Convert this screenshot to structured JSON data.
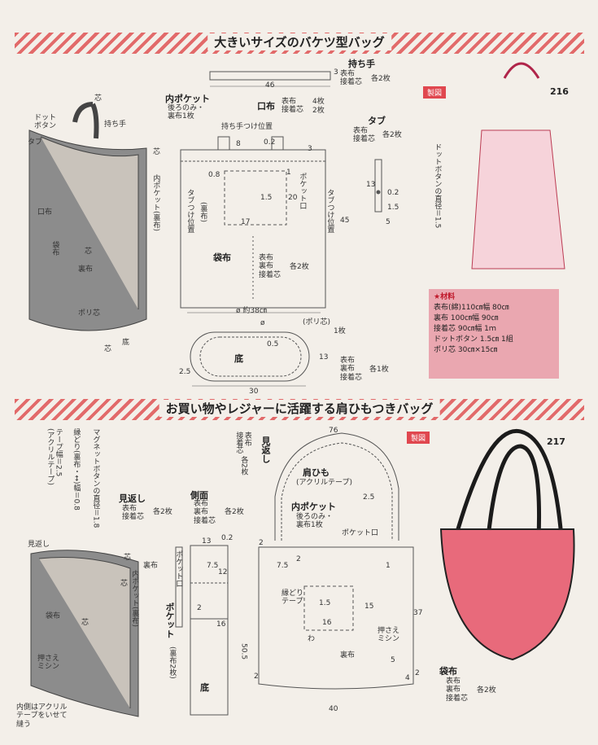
{
  "pattern1": {
    "title": "大きいサイズのバケツ型バッグ",
    "number": "216",
    "badge": "製図",
    "handle": {
      "name": "持ち手",
      "sub": "表布\n接着芯",
      "count": "各2枚",
      "length": "46",
      "width": "3"
    },
    "inner_pocket": {
      "name": "内ポケット",
      "sub": "後ろのみ・\n裏布1枚"
    },
    "mouth": {
      "name": "口布",
      "sub": "表布\n接着芯",
      "count1": "4枚",
      "count2": "2枚"
    },
    "handle_pos": "持ち手つけ位置",
    "tab": {
      "name": "タブ",
      "sub": "表布\n接着芯",
      "count": "各2枚"
    },
    "dims": {
      "d8": "8",
      "d02": "0.2",
      "d3": "3",
      "d08": "0.8",
      "d1": "1",
      "d15": "1.5",
      "d20": "20",
      "d17": "17",
      "d45": "45",
      "d13": "13",
      "d02b": "0.2",
      "d15b": "1.5",
      "d5": "5"
    },
    "pocket_mouth": "ポケット口",
    "tab_pos_left": "タブつけ位置",
    "tab_pos_right": "タブつけ位置",
    "ura": "(裏布)",
    "body": {
      "name": "袋布",
      "sub": "表布\n裏布\n接着芯",
      "count": "各2枚"
    },
    "circ": "ø 約38㎝",
    "bottom": {
      "name": "底",
      "poly": "(ポリ芯)",
      "poly_count": "1枚",
      "sub": "表布\n裏布\n接着芯",
      "count": "各1枚",
      "w": "30",
      "h": "13",
      "r": "2.5",
      "c": "0.5",
      "o": "ø"
    },
    "dot_note": "ドットボタンの直径＝1.5",
    "illust": {
      "shin": "芯",
      "dot": "ドット\nボタン",
      "tab": "タブ",
      "handle": "持ち手",
      "mouth": "口布",
      "body": "袋布",
      "ura": "裏布",
      "poly": "ポリ芯",
      "bottom": "底",
      "pocket": "内ポケット(裏布)"
    },
    "materials": {
      "header": "★材料",
      "items": [
        "表布(綿)110㎝幅 80㎝",
        "裏布 100㎝幅 90㎝",
        "接着芯 90㎝幅 1ｍ",
        "ドットボタン 1.5㎝ 1組",
        "ポリ芯 30㎝×15㎝"
      ]
    }
  },
  "pattern2": {
    "title": "お買い物やレジャーに活躍する肩ひもつきバッグ",
    "number": "217",
    "badge": "製図",
    "magnet_note": "マグネットボタンの直径＝1.8",
    "trim_note": "縁どり(裏布・↔)幅＝0.8",
    "tape_note": "テープ幅＝2.5\n(アクリルテープ)",
    "facing": {
      "name": "見返し",
      "sub": "表布\n接着芯",
      "count": "各2枚"
    },
    "facing_v": {
      "name": "見返し",
      "sub": "表布\n接着芯",
      "count": "各2枚"
    },
    "side": {
      "name": "側面",
      "sub": "表布\n裏布\n接着芯",
      "count": "各2枚"
    },
    "strap": {
      "name": "肩ひも",
      "sub": "(アクリルテープ)"
    },
    "inner_pocket": {
      "name": "内ポケット",
      "sub": "後ろのみ・\n裏布1枚"
    },
    "pocket_mouth": "ポケット口",
    "pocket_mouth_v": "ポケット口",
    "pocket_v": {
      "name": "ポケット",
      "sub": "(裏布2枚)"
    },
    "bottom": "底",
    "trim_tape": "縁どり\nテープ",
    "wa": "わ",
    "osae": "押さえ\nミシン",
    "ura": "裏布",
    "body": {
      "name": "袋布",
      "sub": "表布\n裏布\n接着芯",
      "count": "各2枚"
    },
    "dims": {
      "d76": "76",
      "d25": "2.5",
      "d2a": "2",
      "d13": "13",
      "d02": "0.2",
      "d75": "7.5",
      "d12": "12",
      "d2b": "2",
      "d16": "16",
      "d505": "50.5",
      "d75b": "7.5",
      "d15": "1.5",
      "d15b": "15",
      "d16b": "16",
      "d37": "37",
      "d2c": "2",
      "d5": "5",
      "d4": "4",
      "d40": "40",
      "d2d": "2",
      "d2e": "2",
      "d1": "1"
    },
    "illust": {
      "facing": "見返し",
      "shin": "芯",
      "ura": "裏布",
      "pocket": "内ポケット(裏布)",
      "body": "袋布",
      "osae": "押さえ\nミシン",
      "note": "内側はアクリル\nテープをいせて\n縫う"
    }
  }
}
